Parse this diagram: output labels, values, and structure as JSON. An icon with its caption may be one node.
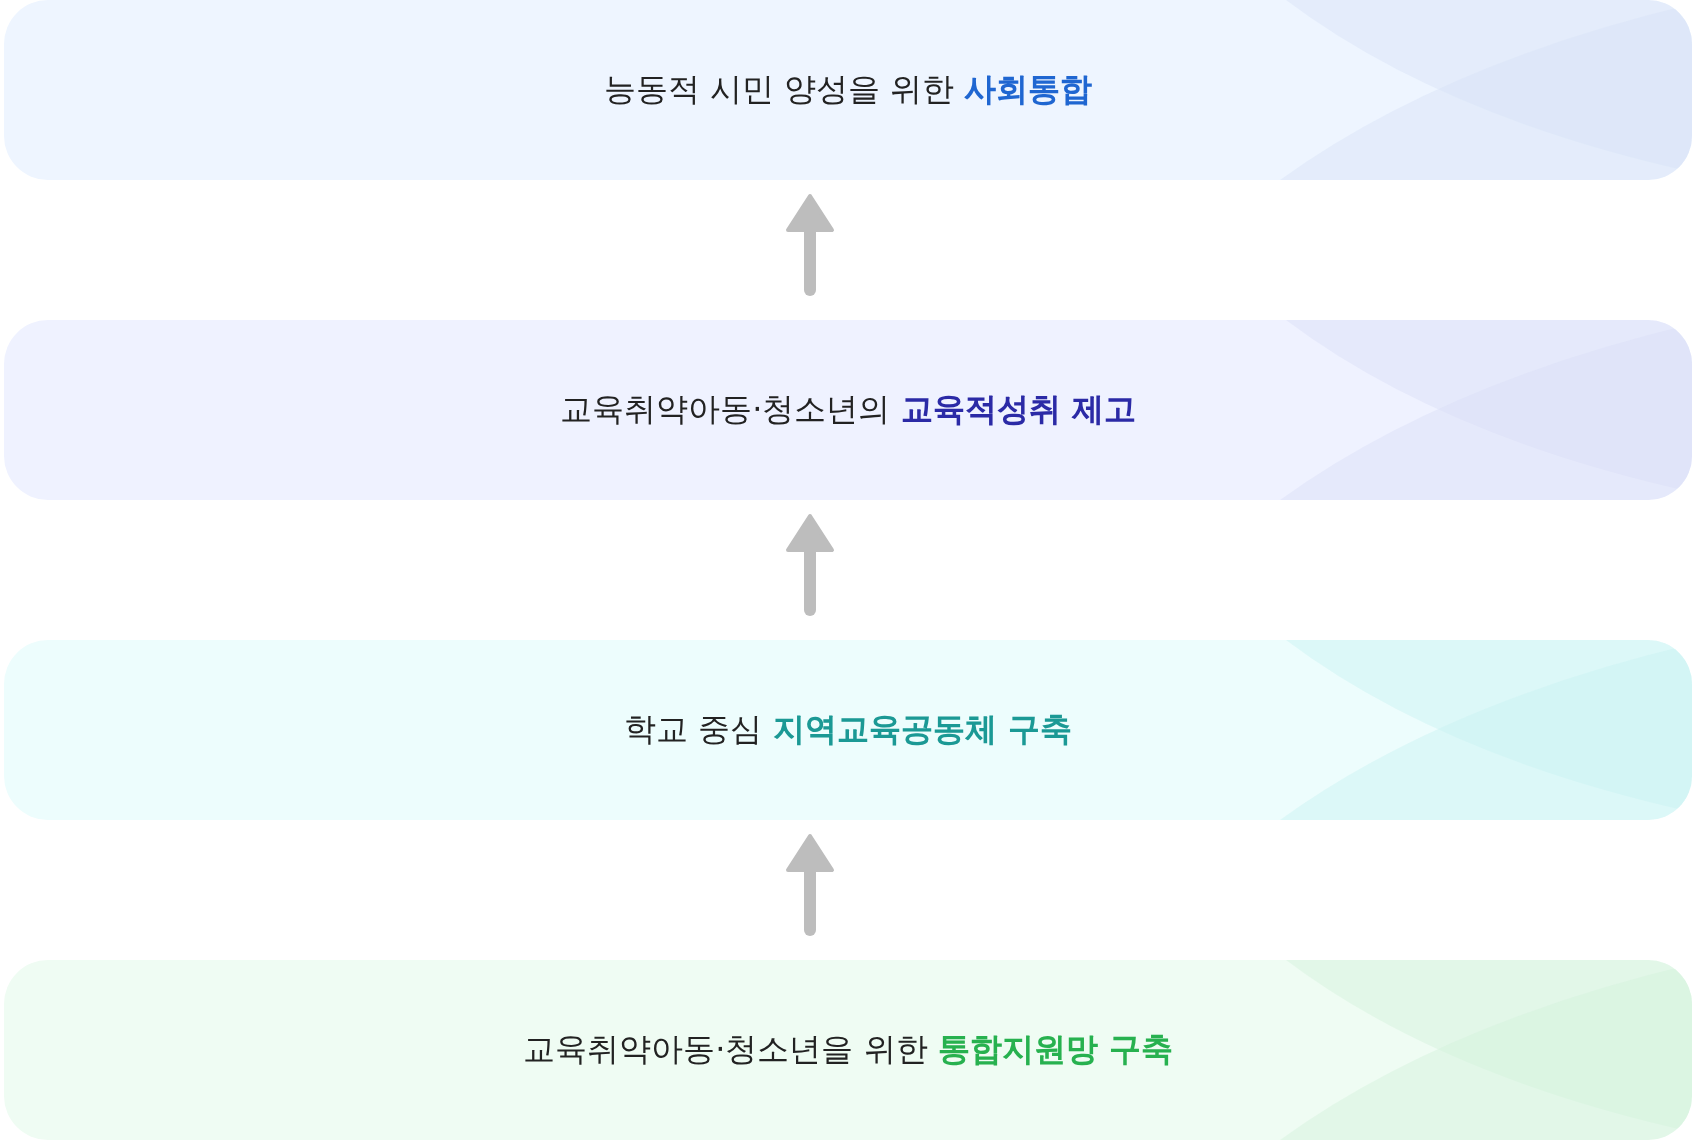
{
  "diagram": {
    "nodes": [
      {
        "text": [
          "능동적 시민 양성을 위한 **사회통합**"
        ]
      },
      {
        "text": [
          "교육취약아동·청소년의 **교육적성취 제고**"
        ]
      },
      {
        "text": [
          "학교 중심 **지역교육공동체 구축**"
        ]
      },
      {
        "text": [
          "교육취약아동·청소년을 위한 **통합지원망 구축**"
        ]
      }
    ],
    "edges": [
      {
        "from": 1,
        "to": 0,
        "arrow": "to"
      },
      {
        "from": 2,
        "to": 1,
        "arrow": "to"
      },
      {
        "from": 3,
        "to": 2,
        "arrow": "to"
      }
    ]
  }
}
